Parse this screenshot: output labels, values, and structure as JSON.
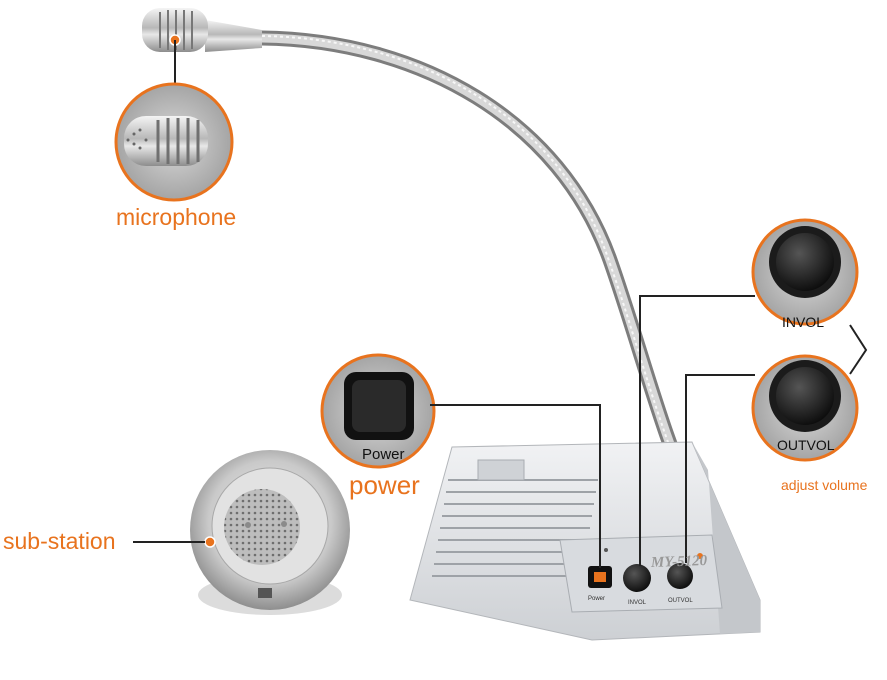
{
  "labels": {
    "microphone": "microphone",
    "power": "power",
    "sub_station": "sub-station",
    "adjust_volume": "adjust volume"
  },
  "inset_labels": {
    "power_button": "Power",
    "invol": "INVOL",
    "outvol": "OUTVOL"
  },
  "device": {
    "model": "MY-5120",
    "panel_labels": [
      "Power",
      "INVOL",
      "OUTVOL"
    ]
  },
  "colors": {
    "accent": "#e8731e",
    "device_body": "#e4e6e9",
    "leader_line": "#222222"
  }
}
